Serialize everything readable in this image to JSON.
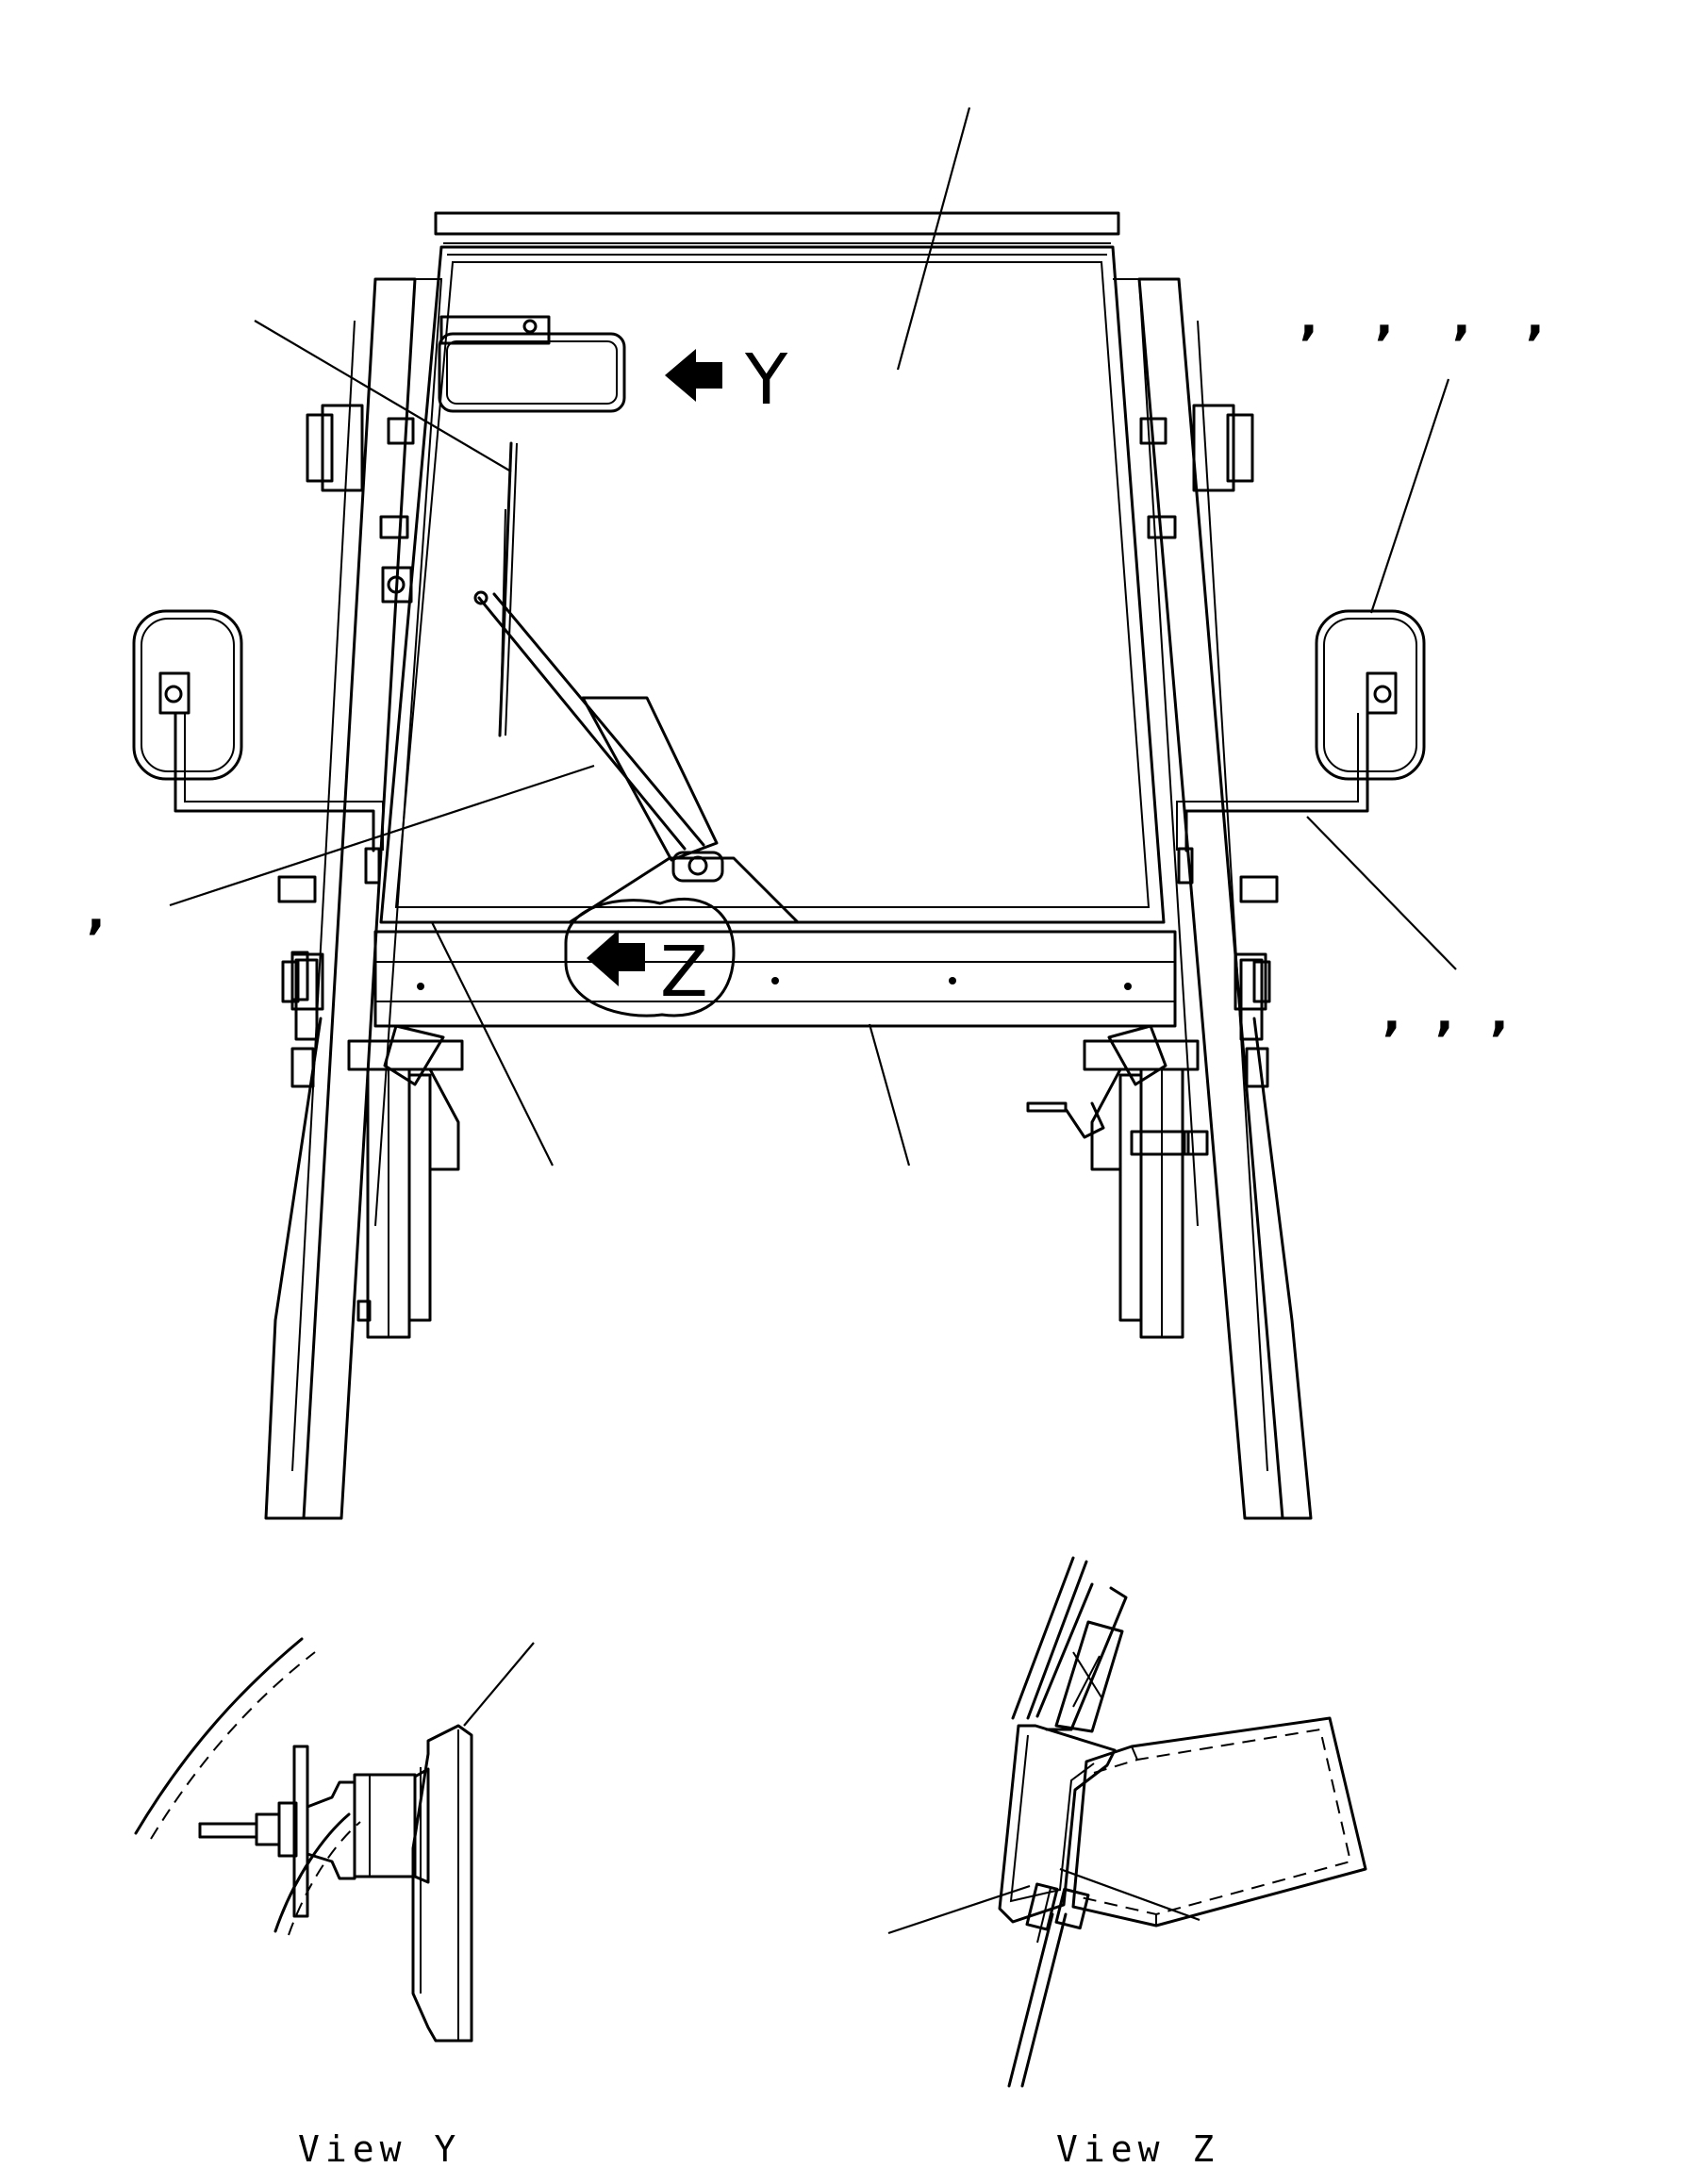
{
  "views": {
    "y_callout": "Y",
    "z_callout": "Z",
    "view_y_caption": "View Y",
    "view_z_caption": "View Z"
  },
  "separators": {
    "left_mid": ",",
    "right_top": [
      ",",
      ",",
      ",",
      ","
    ],
    "right_bottom": [
      ",",
      ",",
      ","
    ]
  }
}
